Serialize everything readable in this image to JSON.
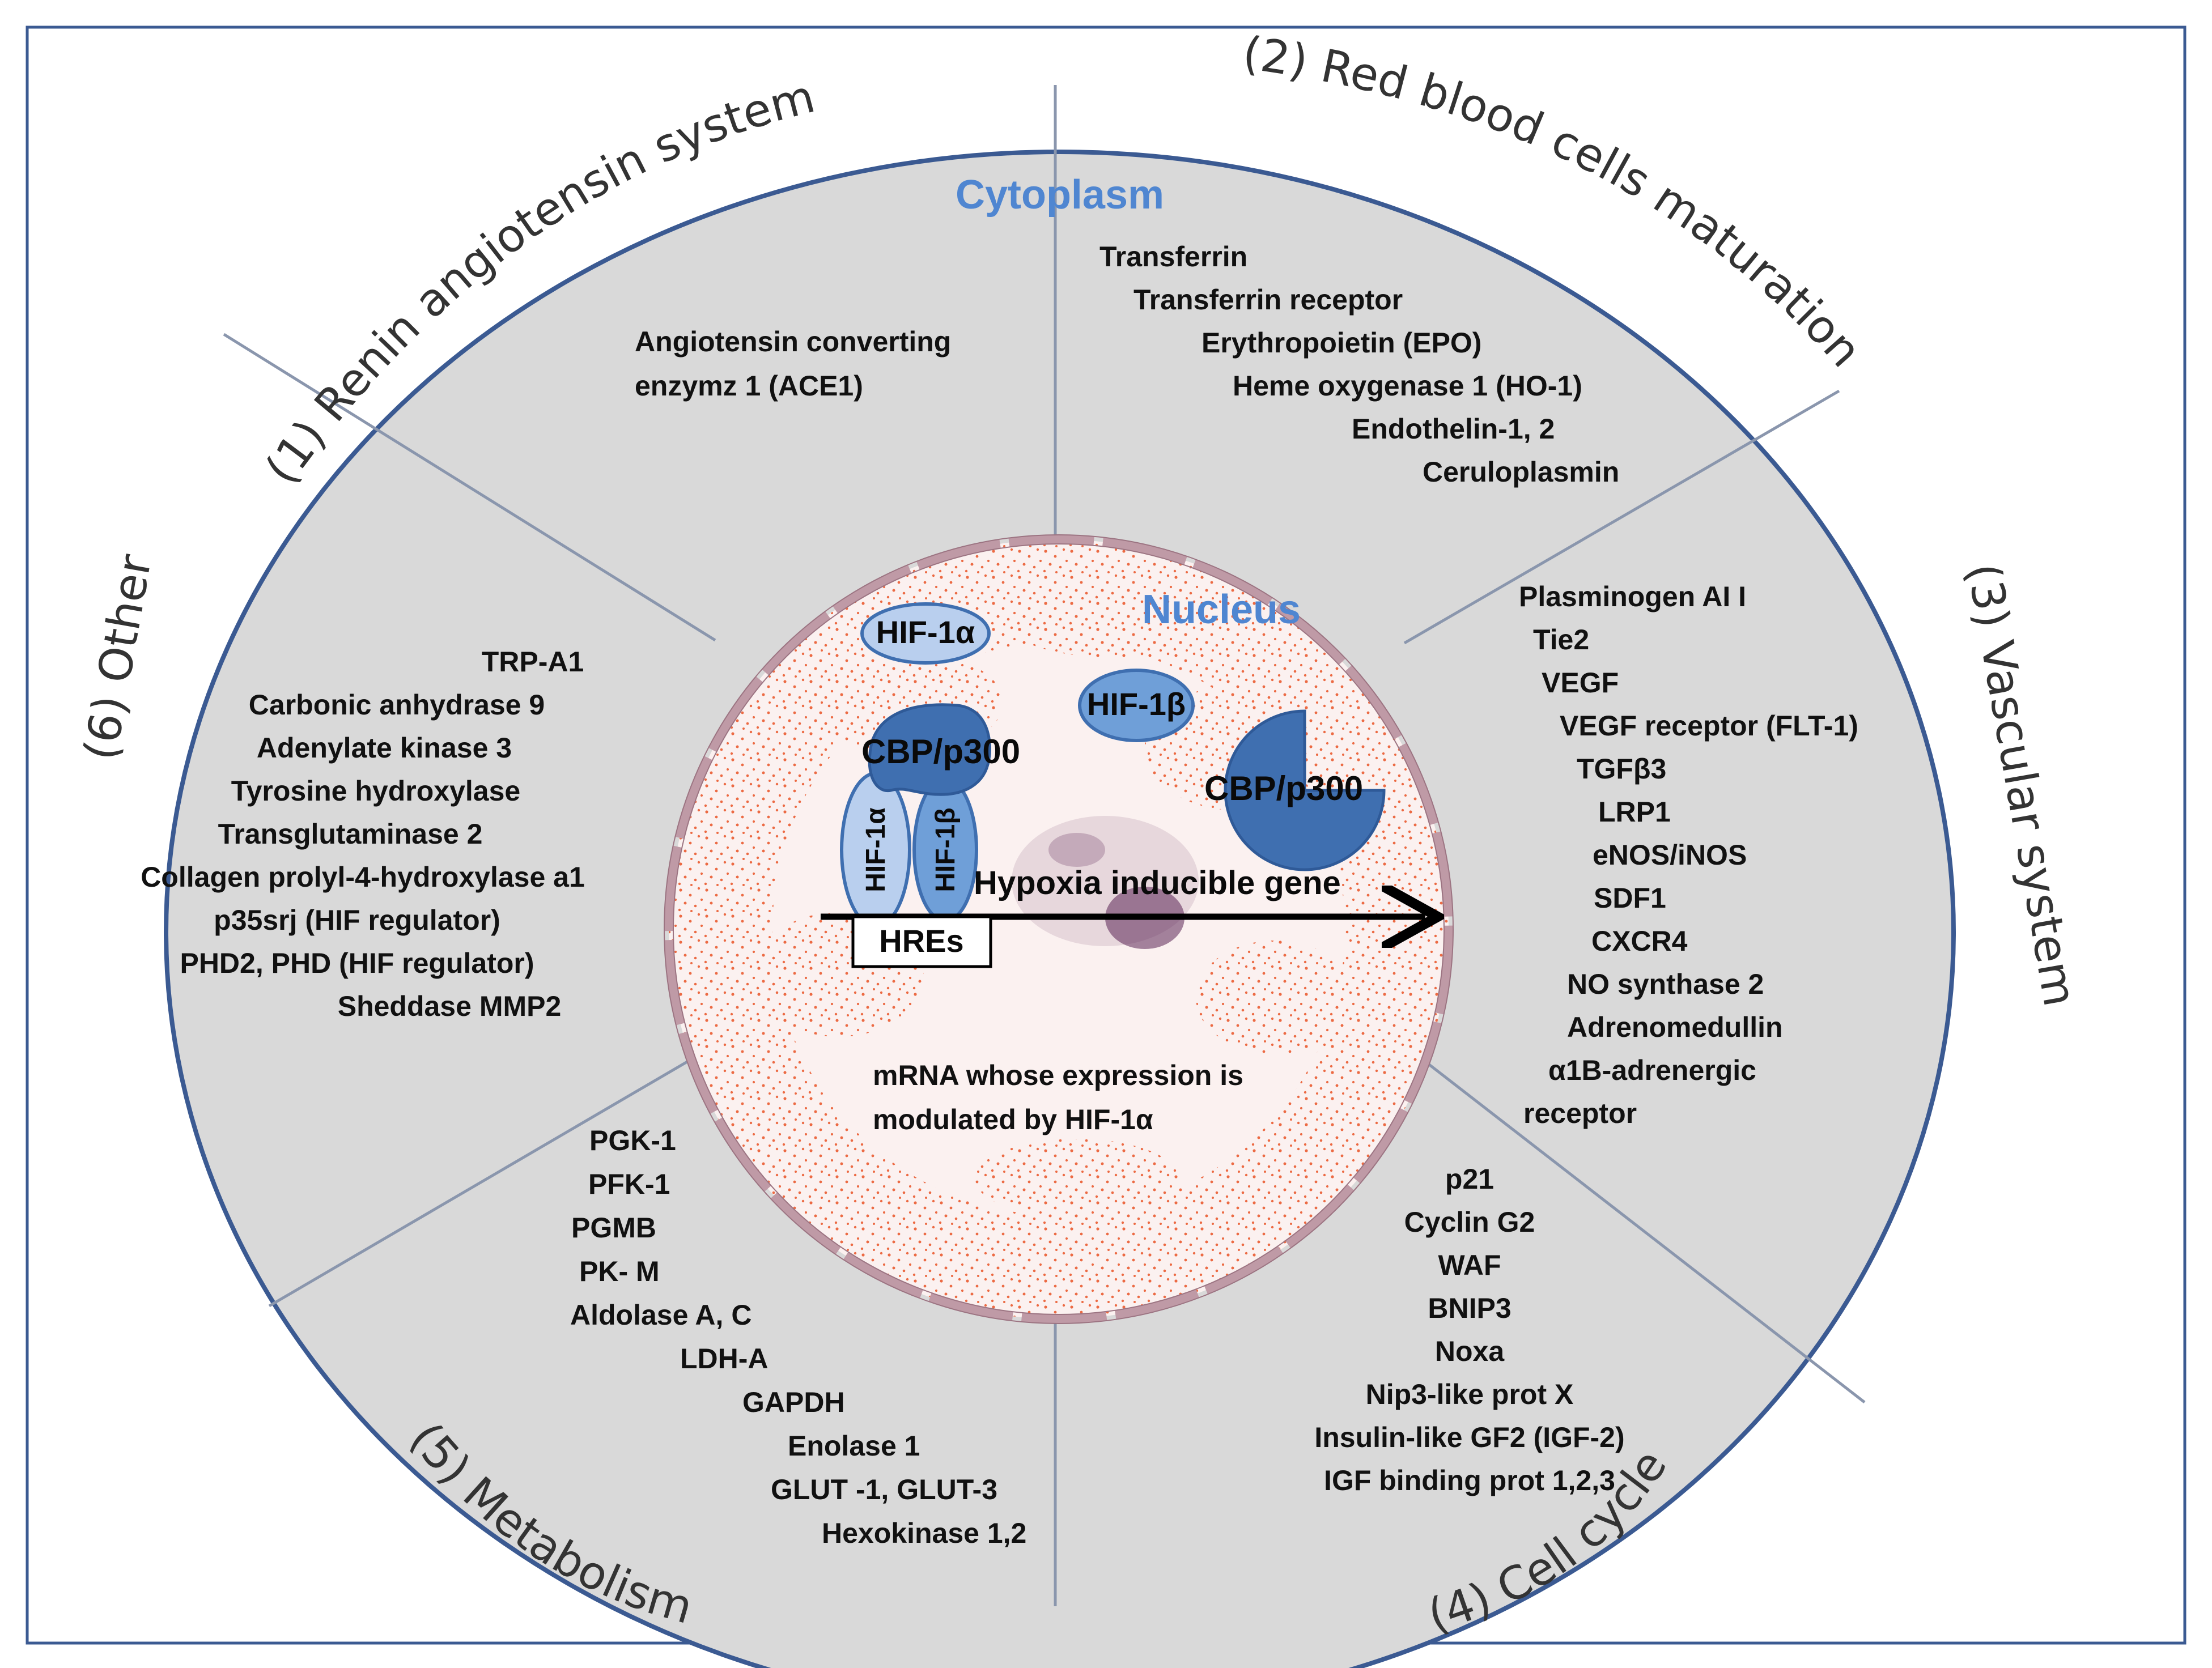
{
  "colors": {
    "frame": "#3b5a92",
    "cell_fill": "#d9d9d9",
    "divider": "#8a96ad",
    "nucleus_fill": "#fbf1f0",
    "nuclear_envelope": "#bf9aa6",
    "speckle": "#ec6a43",
    "chromatin": "#5b2455",
    "region_label": "#4f86d1",
    "protein_dark": "#3f6fb0",
    "protein_mid": "#6f9fd8",
    "protein_light": "#b9cfee"
  },
  "sections": {
    "renin": "(1) Renin angiotensin system",
    "rbc": "(2) Red blood cells maturation",
    "vascular": "(3) Vascular  system",
    "cell_cycle": "(4) Cell cycle",
    "metabolism": "(5) Metabolism",
    "other": "(6) Other"
  },
  "regions": {
    "cytoplasm": "Cytoplasm",
    "nucleus": "Nucleus"
  },
  "genes": {
    "renin": [
      "Angiotensin converting",
      "enzymz 1 (ACE1)"
    ],
    "rbc": [
      "Transferrin",
      "Transferrin receptor",
      "Erythropoietin (EPO)",
      "Heme oxygenase  1  (HO-1)",
      "Endothelin-1, 2",
      "Ceruloplasmin"
    ],
    "vascular": [
      "Plasminogen AI I",
      "Tie2",
      "VEGF",
      "VEGF receptor (FLT-1)",
      "TGFβ3",
      "LRP1",
      "eNOS/iNOS",
      "SDF1",
      "CXCR4",
      "NO synthase 2",
      "Adrenomedullin",
      "α1B-adrenergic",
      "receptor"
    ],
    "cell_cycle": [
      "p21",
      "Cyclin G2",
      "WAF",
      "BNIP3",
      "Noxa",
      "Nip3-like prot X",
      "Insulin-like GF2 (IGF-2)",
      "IGF binding prot 1,2,3"
    ],
    "metabolism": [
      "PGK-1",
      "PFK-1",
      "PGMB",
      "PK- M",
      "Aldolase A, C",
      "LDH-A",
      "GAPDH",
      "Enolase 1",
      "GLUT -1, GLUT-3",
      "Hexokinase 1,2"
    ],
    "other": [
      "TRP-A1",
      "Carbonic anhydrase 9",
      "Adenylate kinase 3",
      "Tyrosine hydroxylase",
      "Transglutaminase  2",
      "Collagen prolyl-4-hydroxylase a1",
      "p35srj (HIF regulator)",
      "PHD2,  PHD (HIF regulator)",
      "Sheddase MMP2"
    ]
  },
  "nucleus": {
    "hif1a": "HIF-1α",
    "hif1b": "HIF-1β",
    "cbp_bound": "CBP/p300",
    "cbp_free": "CBP/p300",
    "hif1a_vertical": "HIF-1α",
    "hif1b_vertical": "HIF-1β",
    "gene_label": "Hypoxia inducible gene",
    "hres": "HREs",
    "mrna_line1": "mRNA whose expression is",
    "mrna_line2": "modulated by HIF-1α"
  }
}
